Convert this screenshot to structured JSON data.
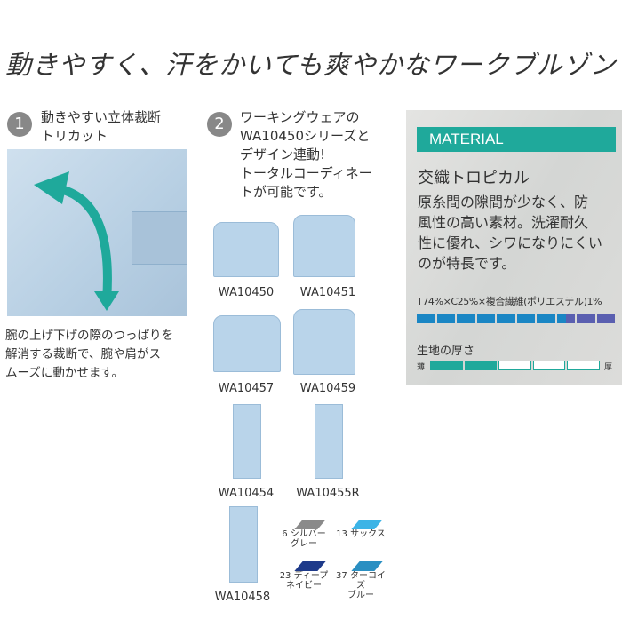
{
  "headline": "動きやすく、汗をかいても爽やかなワークブルゾン",
  "point1": {
    "number": "1",
    "title_line1": "動きやすい立体裁断",
    "title_line2": "トリカット",
    "desc": [
      "腕の上げ下げの際のつっぱりを",
      "解消する裁断で、腕や肩がス",
      "ムーズに動かせます。"
    ]
  },
  "point2": {
    "number": "2",
    "lines": [
      "ワーキングウェアの",
      "WA10450シリーズと",
      "デザイン連動!",
      "トータルコーディネー",
      "トが可能です。"
    ]
  },
  "products": [
    "WA10450",
    "WA10451",
    "WA10457",
    "WA10459",
    "WA10454",
    "WA10455R",
    "WA10458"
  ],
  "colors": [
    {
      "label1": "6 シルバー",
      "label2": "グレー",
      "hex": "#8a8a8a"
    },
    {
      "label1": "13 サックス",
      "label2": "",
      "hex": "#3cb4e6"
    },
    {
      "label1": "23 ディープ",
      "label2": "ネイビー",
      "hex": "#1e3a8a"
    },
    {
      "label1": "37 ターコイズ",
      "label2": "ブルー",
      "hex": "#2a8fc2"
    }
  ],
  "material": {
    "header": "MATERIAL",
    "name": "交織トロピカル",
    "desc": [
      "原糸間の隙間が少なく、防",
      "風性の高い素材。洗濯耐久",
      "性に優れ、シワになりにくい",
      "のが特長です。"
    ],
    "composition": "T74%×C25%×複合繊維(ポリエステル)1%",
    "composition_segments": {
      "blue": 7.5,
      "purple": 2.5,
      "total": 10
    },
    "thickness_label": "生地の厚さ",
    "thin": "薄",
    "thick": "厚",
    "thickness_level": 2,
    "thickness_max": 5
  },
  "accent": "#1fa99b"
}
